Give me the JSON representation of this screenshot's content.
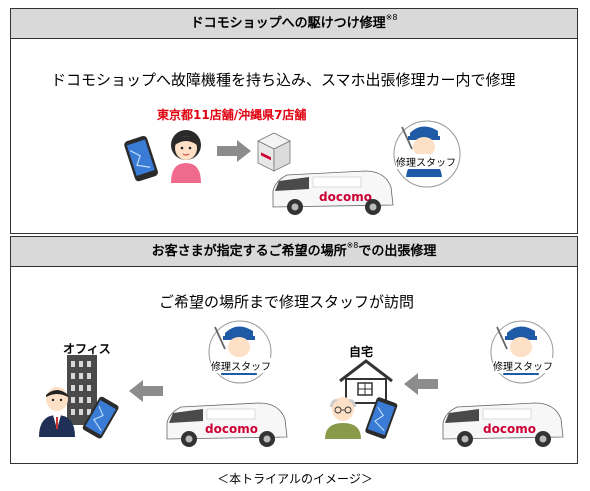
{
  "panel1": {
    "header_title": "ドコモショップへの駆けつけ修理",
    "header_note": "※8",
    "lead": "ドコモショップへ故障機種を持ち込み、スマホ出張修理カー内で修理",
    "stores": "東京都11店舗/沖縄県7店舗",
    "staff_bubble": "修理スタッフ",
    "brand": "docomo"
  },
  "panel2": {
    "header_title": "お客さまが指定するご希望の場所",
    "header_note": "※8",
    "header_suffix": "での出張修理",
    "lead": "ご希望の場所まで修理スタッフが訪問",
    "office_label": "オフィス",
    "home_label": "自宅",
    "staff_bubble_1": "修理スタッフ",
    "staff_bubble_2": "修理スタッフ",
    "brand": "docomo"
  },
  "caption": "＜本トライアルのイメージ＞",
  "colors": {
    "header_bg": "#d9d9d9",
    "red_text": "#e0000f",
    "docomo_red": "#cc0033",
    "arrow_gray": "#8c8c8c",
    "staff_blue": "#1f5aa6",
    "phone_blue": "#3a7bd5"
  },
  "icons": [
    "smartphone-icon",
    "woman-customer-icon",
    "arrow-right-icon",
    "docomo-box-icon",
    "repair-van-icon",
    "repair-staff-icon",
    "office-building-icon",
    "businessman-icon",
    "arrow-left-icon",
    "house-icon",
    "elderly-man-icon"
  ]
}
